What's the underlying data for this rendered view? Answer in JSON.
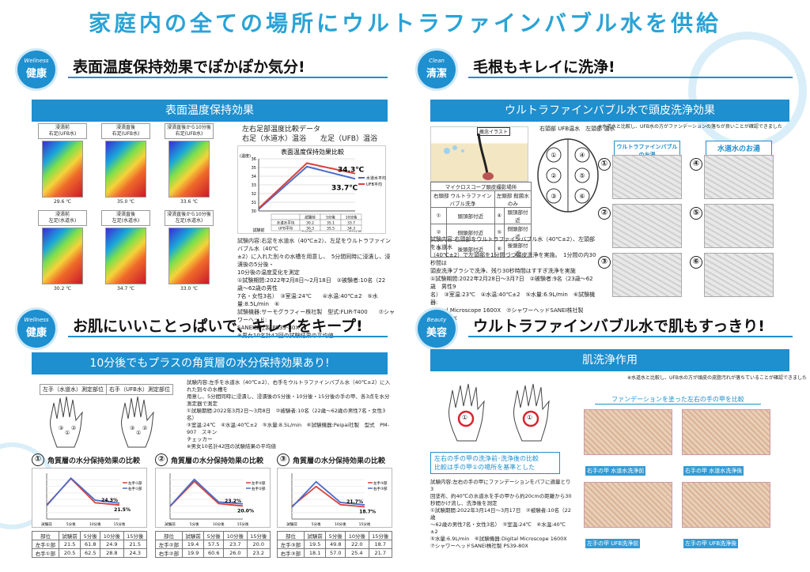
{
  "main_title": "家庭内の全ての場所にウルトラファインバブル水を供給",
  "q1": {
    "badge_en": "Wellness",
    "badge_jp": "健康",
    "heading": "表面温度保持効果でぽかぽか気分!",
    "bar": "表面温度保持効果",
    "thermo_labels": [
      "浸漬前\n右足(UFB水)",
      "浸漬直後\n右足(UFB水)",
      "浸漬直後から10分後\n右足(UFB水)",
      "浸漬前\n左足(水道水)",
      "浸漬直後\n左足(水道水)",
      "浸漬直後から10分後\n左足(水道水)"
    ],
    "thermo_temps": [
      "29.6 ℃",
      "35.0 ℃",
      "33.6 ℃",
      "30.2 ℃",
      "34.7 ℃",
      "33.0 ℃"
    ],
    "chart_caption_1": "左右足部温度比較データ",
    "chart_caption_2": "右足（水道水）温浴　　左足（UFB）温浴",
    "note_lines": [
      "試験内容:右足を水道水（40℃±2）、左足をウルトラファインバブル水（40℃",
      "±2）に入れた別々の水槽を用意し、　5分間同時に浸漬し、浸漬後の5分後・",
      "10分後の温度変化を測定",
      "①試験期間:2022年2月8日〜2月18日　②被験者:10名（22歳〜62歳の男性",
      "7名・女性3名）　③室温:24℃　　④水温:40℃±2　⑤水量:8.5L/min　⑥",
      "試験機器:サーモグラフィー株社製　型式:FLIR-T400　　⑦シャワーヘッド:",
      "SANEI株社製 PS39-80X",
      "※男女10名計42回の試験結果の平均値"
    ]
  },
  "q2": {
    "badge_en": "Clean",
    "badge_jp": "清潔",
    "heading": "毛根もキレイに洗浄!",
    "bar": "ウルトラファインバブル水で頭皮洗浄効果",
    "note_top": "※水道水と比較し、UFB水の方がファンデーションの落ちが良いことが確認できました",
    "diagram_title": "概念イラスト",
    "head_label": "右頭部 UFB温水　左頭部 温水",
    "zones": [
      "①",
      "②",
      "③",
      "④",
      "⑤",
      "⑥"
    ],
    "scope_title": "マイクロスコープ頭皮撮影場所",
    "scope_header": [
      "右頭部 ウルトラファインバブル洗浄",
      "左頭部 殺菌水のみ"
    ],
    "scope_rows": [
      [
        "①",
        "頭頂部付近",
        "④",
        "頭頂部付近"
      ],
      [
        "②",
        "側頭部付近",
        "⑤",
        "側頭部付近"
      ],
      [
        "③",
        "後頭部付近",
        "⑥",
        "後頭部付近"
      ]
    ],
    "micro_label_ufb": "ウルトラファインバブルのお湯",
    "micro_label_tap": "水道水のお湯",
    "micro_nums_left": [
      "①",
      "②",
      "③"
    ],
    "micro_nums_right": [
      "④",
      "⑤",
      "⑥"
    ],
    "note_lines": [
      "試験内容:右頭部をウルトラファインバブル水（40℃±2）、左頭部を水道水",
      "（40℃±2）で左頭部を1分間づつ頭皮洗浄を実施。　1分間の内30秒間は",
      "頭皮洗浄ブラシで洗浄、残り30秒時間はすすぎ洗浄を実施",
      "①試験期間:2022年2月28日〜3月7日　②被験者:9名（23歳〜62歳　男性9",
      "名）　③室温:23℃　④水温:40℃±2　⑤水量:6.9L/min　⑥試験機器:",
      "Digital Microscope 1600X　⑦シャワーヘッドSANEI株社製 PS39-80X"
    ]
  },
  "q3": {
    "badge_en": "Wellness",
    "badge_jp": "健康",
    "heading": "お肌にいいことっぱいで、キレイをキープ!",
    "bar": "10分後でもプラスの角質層の水分保持効果あり!",
    "hand_left": "左手（水道水）測定部位",
    "hand_right": "右手（UFB水）測定部位",
    "note_lines": [
      "試験内容:左手を水道水（40℃±2）、右手をウルトラファインバブル水（40℃±2）に入れた別々の水槽を",
      "用意し、5分間同時に浸漬し、浸漬後の5分後・10分後・15分後の手の甲、各3点を水分測定器で測定",
      "①試験期間:2022年3月2日〜3月8日　②被験者:10名（22歳〜62歳の男性7名・女性3名）",
      "③室温:24℃　④水温:40℃±2　⑤水量:8.5L/min　⑥試験機器:Peipai社製　型式　PM-907　スキン",
      "チェッカー",
      "※男女10名計42回の試験結果の平均値"
    ],
    "mini_title": "角質層の水分保持効果の比較",
    "mini_nums": [
      "①",
      "②",
      "③"
    ],
    "cols": [
      "部位",
      "試験前",
      "5分後",
      "10分後",
      "15分後"
    ],
    "tables": [
      [
        [
          "左手①部",
          "21.5",
          "61.8",
          "24.9",
          "21.5"
        ],
        [
          "右手①部",
          "20.5",
          "62.5",
          "28.8",
          "24.3"
        ]
      ],
      [
        [
          "左手②部",
          "19.4",
          "57.5",
          "23.7",
          "20.0"
        ],
        [
          "右手②部",
          "19.9",
          "60.6",
          "26.0",
          "23.2"
        ]
      ],
      [
        [
          "左手③部",
          "19.5",
          "49.8",
          "22.0",
          "18.7"
        ],
        [
          "右手③部",
          "18.1",
          "57.0",
          "25.4",
          "21.7"
        ]
      ]
    ],
    "mini_x": [
      "試験前",
      "5分後",
      "10分後",
      "15分後"
    ],
    "mini_legend": [
      "右手①部",
      "左手①部"
    ],
    "mini_callouts": [
      [
        "24.3%",
        "21.5%"
      ],
      [
        "23.2%",
        "20.0%"
      ],
      [
        "21.7%",
        "18.7%"
      ]
    ]
  },
  "q4": {
    "badge_en": "Beauty",
    "badge_jp": "美容",
    "heading": "ウルトラファインバブル水で肌もすっきり!",
    "bar": "肌洗浄作用",
    "note_top": "※水道水と比較し、UFB水の方が頭皮の皮脂汚れが落ちていることが確認できました",
    "hand_nums": [
      "①",
      "①"
    ],
    "compare_1": "左右の手の甲の洗浄前･洗浄後の比較",
    "compare_2": "比較は手の甲①の場所を基準とした",
    "skin_title": "ファンデーションを塗った左右の手の甲を比較",
    "skin_labels": [
      "右手の甲 水道水洗浄前",
      "右手の甲 水道水洗浄後",
      "左手の甲 UFB洗浄前",
      "左手の甲 UFB洗浄後"
    ],
    "note_lines": [
      "試験内容:左右の手の甲にファンデーションをパフに適量とり3",
      "回塗布、約40℃の水道水を手の甲から約20cmの距離から30",
      "秒間かけ流し、洗浄後を測定",
      "①試験期間:2022年3月14日〜3月17日　②被験者:10名（22歳",
      "〜62歳の男性7名・女性3名）　③室温:24℃　④水温:40℃±2",
      "⑤水量:6.9L/min　⑥試験機器:Digital Microscope 1600X",
      "⑦シャワーヘッドSANEI株社製 PS39-80X"
    ]
  },
  "chart_data": [
    {
      "type": "line",
      "title": "表面温度保持効果比較",
      "ylabel": "(温度)",
      "x": [
        "試験前",
        "5分後",
        "10分後"
      ],
      "ylim": [
        30,
        36
      ],
      "yticks": [
        "30",
        "31",
        "32",
        "33",
        "34",
        "35",
        "36"
      ],
      "series": [
        {
          "name": "水道水平均",
          "values": [
            30.2,
            35.1,
            33.7
          ],
          "color": "#4b6cc9"
        },
        {
          "name": "UFB平均",
          "values": [
            30.3,
            35.5,
            34.3
          ],
          "color": "#d9413a"
        }
      ],
      "annotations": [
        "34.3℃",
        "33.7℃"
      ],
      "table_rows": [
        [
          "",
          "試験前",
          "5分後",
          "10分後"
        ],
        [
          "水道水平均",
          "30.2",
          "35.1",
          "33.7"
        ],
        [
          "UFB平均",
          "30.3",
          "35.5",
          "34.3"
        ]
      ]
    },
    {
      "type": "line",
      "title": "角質層の水分保持効果の比較 ①",
      "ylabel": "(角質層の水分量)",
      "x": [
        "試験前",
        "5分後",
        "10分後",
        "15分後"
      ],
      "ylim": [
        0,
        70
      ],
      "series": [
        {
          "name": "左手①部",
          "values": [
            21.5,
            61.8,
            24.9,
            21.5
          ],
          "color": "#d9413a"
        },
        {
          "name": "右手①部",
          "values": [
            20.5,
            62.5,
            28.8,
            24.3
          ],
          "color": "#4b6cc9"
        }
      ]
    },
    {
      "type": "line",
      "title": "角質層の水分保持効果の比較 ②",
      "x": [
        "試験前",
        "5分後",
        "10分後",
        "15分後"
      ],
      "ylim": [
        0,
        70
      ],
      "series": [
        {
          "name": "左手②部",
          "values": [
            19.4,
            57.5,
            23.7,
            20.0
          ],
          "color": "#d9413a"
        },
        {
          "name": "右手②部",
          "values": [
            19.9,
            60.6,
            26.0,
            23.2
          ],
          "color": "#4b6cc9"
        }
      ]
    },
    {
      "type": "line",
      "title": "角質層の水分保持効果の比較 ③",
      "x": [
        "試験前",
        "5分後",
        "10分後",
        "15分後"
      ],
      "ylim": [
        0,
        70
      ],
      "series": [
        {
          "name": "左手③部",
          "values": [
            19.5,
            49.8,
            22.0,
            18.7
          ],
          "color": "#d9413a"
        },
        {
          "name": "右手③部",
          "values": [
            18.1,
            57.0,
            25.4,
            21.7
          ],
          "color": "#4b6cc9"
        }
      ]
    }
  ]
}
